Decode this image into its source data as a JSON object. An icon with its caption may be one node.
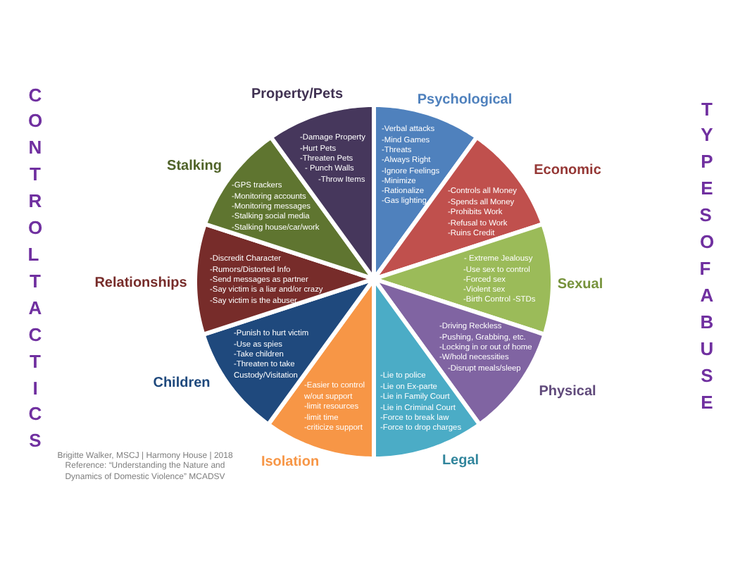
{
  "diagram": {
    "nodes": [
      {
        "text": [
          "Psychological",
          "-Verbal attacks",
          "-Mind Games",
          "-Threats",
          "-Always Right",
          "-Ignore Feelings",
          "-Minimize",
          "-Rationalize",
          "-Gas lighting"
        ]
      },
      {
        "text": [
          "Economic",
          "-Controls all Money",
          "-Spends all Money",
          "-Prohibits Work",
          "-Refusal to Work",
          "-Ruins Credit"
        ]
      },
      {
        "text": [
          "Sexual",
          "- Extreme Jealousy",
          "-Use sex to control",
          "-Forced sex",
          "-Violent sex",
          "-Birth Control -STDs"
        ]
      },
      {
        "text": [
          "Physical",
          "-Driving Reckless",
          "-Pushing, Grabbing, etc.",
          "-Locking in or out of home",
          "-W/hold necessities",
          "-Disrupt meals/sleep"
        ]
      },
      {
        "text": [
          "Legal",
          "-Lie to police",
          "-Lie on Ex-parte",
          "-Lie in Family Court",
          "-Lie in Criminal Court",
          "-Force to break law",
          "-Force to drop charges"
        ]
      },
      {
        "text": [
          "Isolation",
          "-Easier to control w/out support",
          "-limit resources",
          "-limit time",
          "-criticize support"
        ]
      },
      {
        "text": [
          "Children",
          "-Punish to hurt victim",
          "-Use as spies",
          "-Take children",
          "-Threaten to take Custody/Visitation"
        ]
      },
      {
        "text": [
          "Relationships",
          "-Discredit Character",
          "-Rumors/Distorted Info",
          "-Send messages as partner",
          "-Say victim is a liar and/or crazy",
          "-Say victim is the abuser"
        ]
      },
      {
        "text": [
          "Stalking",
          "-GPS trackers",
          "-Monitoring accounts",
          "-Monitoring messages",
          "-Stalking social media",
          "-Stalking house/car/work"
        ]
      },
      {
        "text": [
          "Property/Pets",
          "-Damage Property",
          "-Hurt Pets",
          "-Threaten Pets",
          "- Punch Walls",
          "-Throw Items"
        ]
      }
    ],
    "labels": [
      "CONTROL TACTICS",
      "TYPES OF ABUSE",
      "Brigitte Walker, MSCJ | Harmony House | 2018",
      "Reference: “Understanding the Nature and Dynamics of Domestic Violence” MCADSV"
    ]
  }
}
